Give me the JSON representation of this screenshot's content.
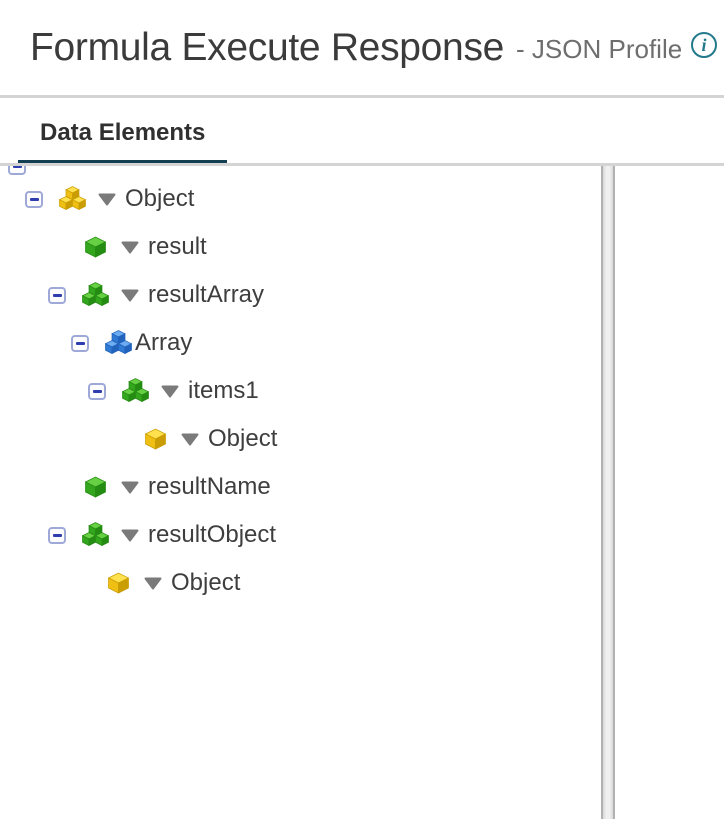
{
  "header": {
    "title": "Formula Execute Response",
    "subtitle": "- JSON Profile"
  },
  "tabs": [
    {
      "label": "Data Elements",
      "active": true
    }
  ],
  "tree": {
    "root_partial_expander_visible": true,
    "nodes": [
      {
        "label": "Object",
        "level": 0,
        "icon": "cubes-yellow",
        "minus": true,
        "caret": true
      },
      {
        "label": "result",
        "level": 1,
        "icon": "cube-green",
        "minus": false,
        "caret": true
      },
      {
        "label": "resultArray",
        "level": 1,
        "icon": "cubes-green",
        "minus": true,
        "caret": true
      },
      {
        "label": "Array",
        "level": 2,
        "icon": "cubes-blue",
        "minus": true,
        "caret": false
      },
      {
        "label": "items1",
        "level": 3,
        "icon": "cubes-green",
        "minus": true,
        "caret": true
      },
      {
        "label": "Object",
        "level": 4,
        "icon": "cube-yellow",
        "minus": false,
        "caret": true
      },
      {
        "label": "resultName",
        "level": 1,
        "icon": "cube-green",
        "minus": false,
        "caret": true
      },
      {
        "label": "resultObject",
        "level": 1,
        "icon": "cubes-green",
        "minus": true,
        "caret": true
      },
      {
        "label": "Object",
        "level": 2,
        "icon": "cube-yellow",
        "minus": false,
        "caret": true
      }
    ]
  },
  "colors": {
    "title_text": "#3b3b3b",
    "subtitle_text": "#6e6e6e",
    "info_icon": "#23798c",
    "tab_underline": "#133f52",
    "tree_text": "#3e3e3e",
    "caret": "#7a7a7a",
    "minus_border": "#9fa9d8",
    "minus_glyph": "#2e3eae",
    "divider": "#d4d4d4",
    "splitter_edge": "#b1b1b1"
  },
  "icon_palette": {
    "yellow": [
      "#ffe14e",
      "#efc013",
      "#cb9d04"
    ],
    "green": [
      "#67cf43",
      "#33a61d",
      "#258c13"
    ],
    "blue": [
      "#6cacf1",
      "#2f7ad3",
      "#2163bd"
    ]
  }
}
